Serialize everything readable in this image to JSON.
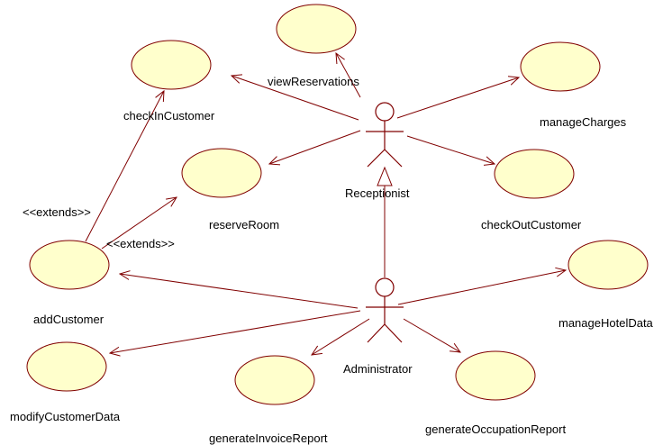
{
  "colors": {
    "usecase_fill": "#ffffcc",
    "line": "#800000",
    "text": "#000000"
  },
  "actors": {
    "receptionist": "Receptionist",
    "administrator": "Administrator"
  },
  "use_cases": {
    "viewReservations": "viewReservations",
    "checkInCustomer": "checkInCustomer",
    "manageCharges": "manageCharges",
    "reserveRoom": "reserveRoom",
    "checkOutCustomer": "checkOutCustomer",
    "addCustomer": "addCustomer",
    "manageHotelData": "manageHotelData",
    "modifyCustomerData": "modifyCustomerData",
    "generateInvoiceReport": "generateInvoiceReport",
    "generateOccupationReport": "generateOccupationReport"
  },
  "relationships": {
    "extends_checkin": "<<extends>>",
    "extends_reserve": "<<extends>>"
  }
}
